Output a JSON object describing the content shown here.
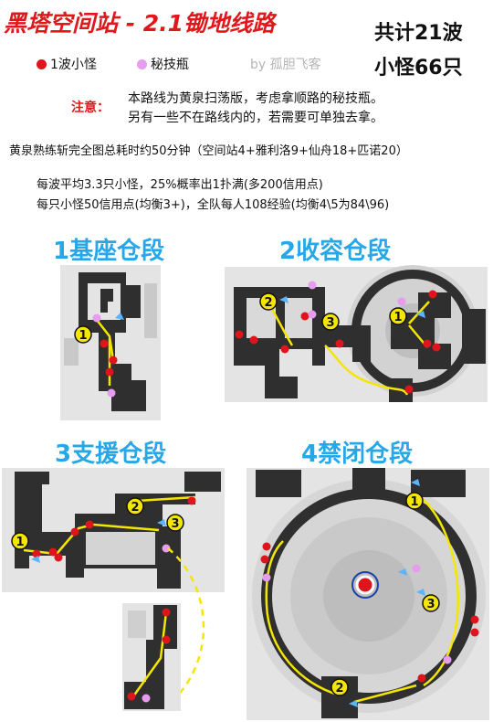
{
  "header": {
    "title": "黑塔空间站 - 2.1锄地线路",
    "total_waves": "共计21波",
    "total_minions": "小怪66只",
    "author": "by  孤胆飞客"
  },
  "legend": {
    "wave_label": "1波小怪",
    "bottle_label": "秘技瓶",
    "wave_color": "#e0141b",
    "bottle_color": "#e79cf0"
  },
  "note": {
    "label": "注意：",
    "line1": "本路线为黄泉扫荡版，考虑拿顺路的秘技瓶。",
    "line2": "另有一些不在路线内的，若需要可单独去拿。"
  },
  "info": {
    "line1": "黄泉熟练斩完全图总耗时约50分钟（空间站4+雅利洛9+仙舟18+匹诺20）",
    "line2": "每波平均3.3只小怪，25%概率出1扑满(多200信用点)",
    "line3": "每只小怪50信用点(均衡3+)，全队每人108经验(均衡4\\5为84\\96)"
  },
  "sections": {
    "s1": "1基座仓段",
    "s2": "2收容仓段",
    "s3": "3支援仓段",
    "s4": "4禁闭仓段"
  },
  "markers": {
    "m1": "1",
    "m2": "2",
    "m3": "3"
  },
  "colors": {
    "route": "#f5e600",
    "floor": "#2f2f2f",
    "map_bg": "#e4e4e4",
    "title_red": "#e0181b",
    "section_blue": "#26a7e8"
  }
}
